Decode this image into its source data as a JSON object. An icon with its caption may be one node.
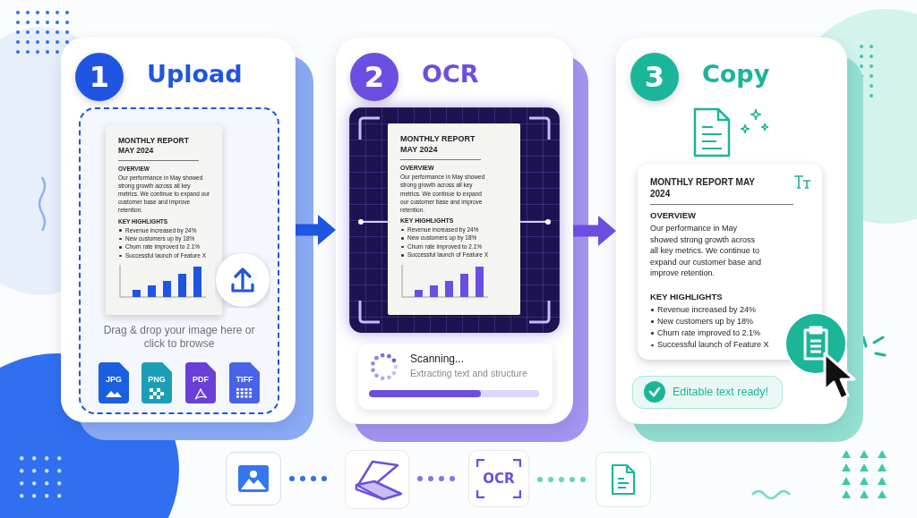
{
  "diagram": {
    "nodes": [
      {
        "text": [
          "1",
          "Upload"
        ]
      },
      {
        "text": [
          "Drag & drop your image here or click to browse"
        ],
        "in": 0
      },
      {
        "text": [
          "MONTHLY REPORT MAY 2024",
          "OVERVIEW",
          "Our performance in May showed strong growth across all key metrics. We continue to expand our customer base and improve retention.",
          "KEY HIGHLIGHTS",
          "Revenue increased by 24%",
          "New customers up by 18%",
          "Churn rate improved to 2.1%",
          "Successful launch of Feature X"
        ],
        "in": 1
      },
      {
        "text": [
          "JPG"
        ],
        "in": 1
      },
      {
        "text": [
          "PNG"
        ],
        "in": 1
      },
      {
        "text": [
          "PDF"
        ],
        "in": 1
      },
      {
        "text": [
          "TIFF"
        ],
        "in": 1
      },
      {
        "text": [
          "2",
          "OCR"
        ]
      },
      {
        "text": [],
        "shape": "box",
        "in": 7
      },
      {
        "text": [
          "MONTHLY REPORT MAY 2024",
          "OVERVIEW",
          "Our performance in May showed strong growth across all key metrics. We continue to expand our customer base and improve retention.",
          "KEY HIGHLIGHTS",
          "Revenue increased by 24%",
          "New customers up by 18%",
          "Churn rate improved to 2.1%",
          "Successful launch of Feature X"
        ],
        "in": 8
      },
      {
        "text": [
          "Scanning...",
          "Extracting text and structure"
        ],
        "in": 7
      },
      {
        "text": [
          "3",
          "Copy"
        ]
      },
      {
        "text": [
          "MONTHLY REPORT MAY 2024",
          "OVERVIEW",
          "Our performance in May showed strong growth across all key metrics. We continue to expand our customer base and improve retention.",
          "KEY HIGHLIGHTS",
          "Revenue increased by 24%",
          "New customers up by 18%",
          "Churn rate improved to 2.1%",
          "Successful launch of Feature X"
        ],
        "in": 11
      },
      {
        "text": [
          "Editable text ready!"
        ],
        "in": 11
      },
      {
        "text": [],
        "shape": "picture"
      },
      {
        "text": [],
        "shape": "picture"
      },
      {
        "text": [
          "OCR"
        ]
      },
      {
        "text": [],
        "shape": "picture"
      }
    ],
    "edges": [
      {
        "from": 0,
        "to": 7,
        "arrow": "to",
        "style": "thick",
        "color": "#1f55e0"
      },
      {
        "from": 7,
        "to": 11,
        "arrow": "to",
        "style": "thick",
        "color": "#6b4fe0"
      },
      {
        "from": 14,
        "to": 15,
        "arrow": "none",
        "style": "dashed",
        "color": "#2f6fe8"
      },
      {
        "from": 15,
        "to": 16,
        "arrow": "none",
        "style": "dashed",
        "color": "#8a70e8"
      },
      {
        "from": 16,
        "to": 17,
        "arrow": "none",
        "style": "dashed",
        "color": "#5fd6bf"
      }
    ]
  }
}
